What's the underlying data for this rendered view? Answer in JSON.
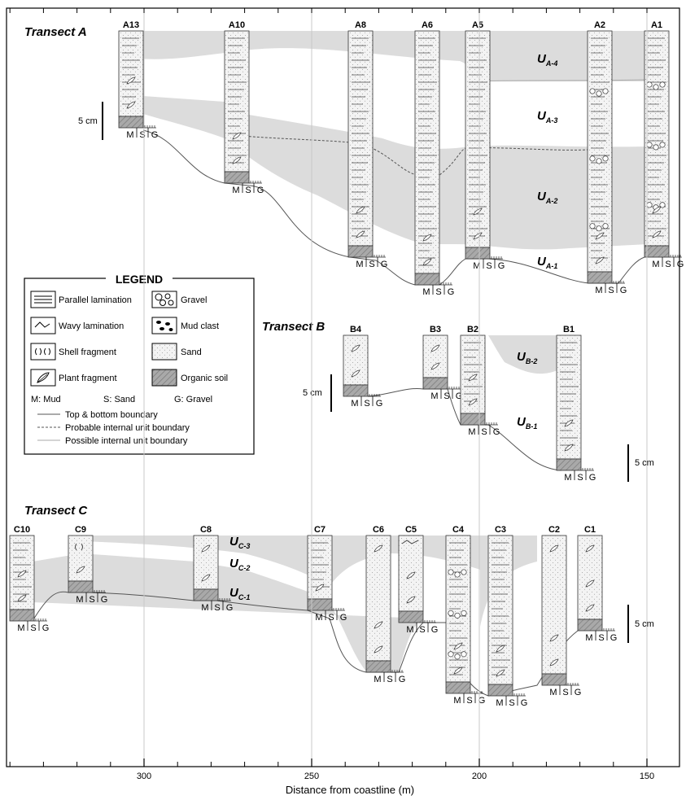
{
  "axis": {
    "title": "Distance from coastline (m)",
    "ticks": [
      "300",
      "250",
      "200",
      "150"
    ],
    "tick_values": [
      300,
      250,
      200,
      150
    ]
  },
  "scale_label": "5 cm",
  "grain_labels": {
    "mud": "M",
    "sand": "S",
    "gravel": "G"
  },
  "transects": {
    "a": {
      "title": "Transect A",
      "columns": [
        "A13",
        "A10",
        "A8",
        "A6",
        "A5",
        "A2",
        "A1"
      ],
      "units": [
        {
          "main": "U",
          "sub": "A-4"
        },
        {
          "main": "U",
          "sub": "A-3"
        },
        {
          "main": "U",
          "sub": "A-2"
        },
        {
          "main": "U",
          "sub": "A-1"
        }
      ]
    },
    "b": {
      "title": "Transect B",
      "columns": [
        "B4",
        "B3",
        "B2",
        "B1"
      ],
      "units": [
        {
          "main": "U",
          "sub": "B-2"
        },
        {
          "main": "U",
          "sub": "B-1"
        }
      ]
    },
    "c": {
      "title": "Transect C",
      "columns": [
        "C10",
        "C9",
        "C8",
        "C7",
        "C6",
        "C5",
        "C4",
        "C3",
        "C2",
        "C1"
      ],
      "units": [
        {
          "main": "U",
          "sub": "C-3"
        },
        {
          "main": "U",
          "sub": "C-2"
        },
        {
          "main": "U",
          "sub": "C-1"
        }
      ]
    }
  },
  "legend": {
    "title": "LEGEND",
    "items": [
      {
        "label": "Parallel lamination",
        "icon": "parallel-lamination-icon"
      },
      {
        "label": "Gravel",
        "icon": "gravel-icon"
      },
      {
        "label": "Wavy lamination",
        "icon": "wavy-lamination-icon"
      },
      {
        "label": "Mud clast",
        "icon": "mud-clast-icon"
      },
      {
        "label": "Shell fragment",
        "icon": "shell-fragment-icon"
      },
      {
        "label": "Sand",
        "icon": "sand-icon"
      },
      {
        "label": "Plant fragment",
        "icon": "plant-fragment-icon"
      },
      {
        "label": "Organic soil",
        "icon": "organic-soil-icon"
      }
    ],
    "abbreviations": [
      "M: Mud",
      "S: Sand",
      "G: Gravel"
    ],
    "boundaries": [
      "Top & bottom boundary",
      "Probable internal unit boundary",
      "Possible internal unit boundary"
    ]
  }
}
